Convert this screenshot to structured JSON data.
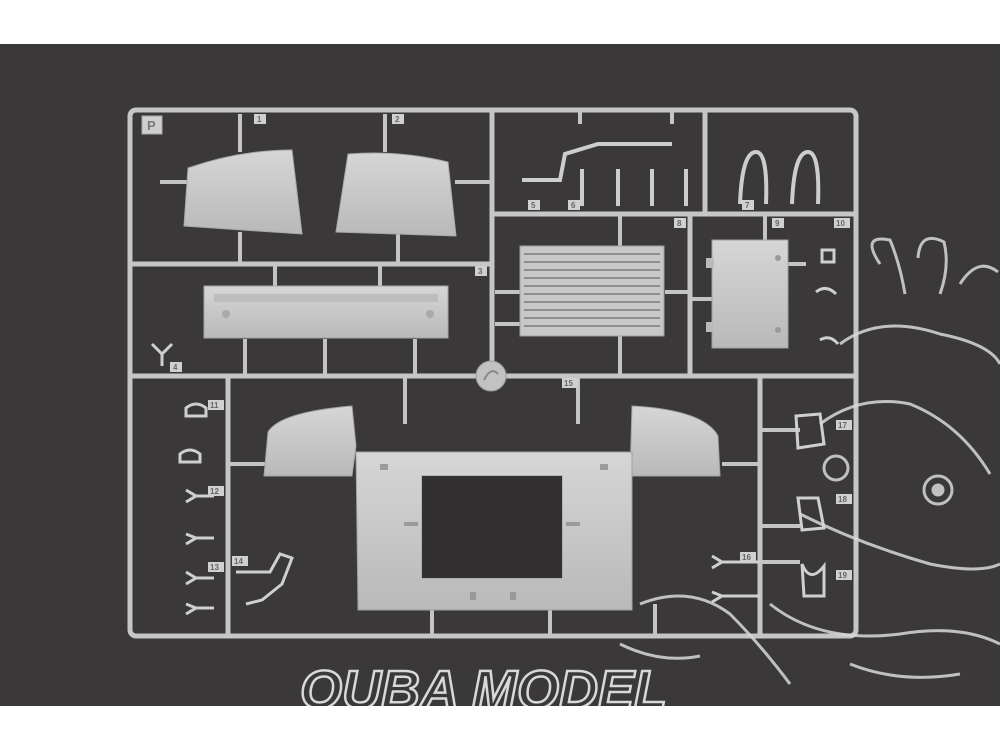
{
  "sprue": {
    "letter": "P",
    "part_numbers": [
      "1",
      "2",
      "3",
      "4",
      "5",
      "6",
      "7",
      "8",
      "9",
      "10",
      "11",
      "12",
      "13",
      "14",
      "15",
      "16",
      "17",
      "18",
      "19"
    ]
  },
  "watermark": {
    "text": "OUBA MODEL"
  },
  "colors": {
    "background": "#3a3839",
    "plastic": "#c9c9c9",
    "plastic_shadow": "#9d9d9d",
    "watermark": "#d8d8d8"
  }
}
